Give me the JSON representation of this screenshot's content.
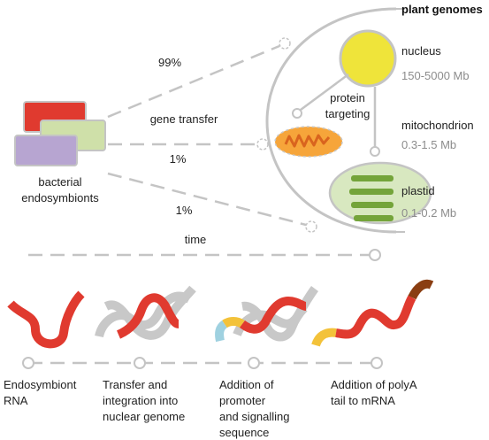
{
  "header": {
    "title": "plant genomes"
  },
  "bacteria": {
    "label_line1": "bacterial",
    "label_line2": "endosymbionts",
    "colors": {
      "red": "#e03a2f",
      "green": "#cfe0a9",
      "purple": "#b7a5d1"
    }
  },
  "transfer": {
    "pct_nucleus": "99%",
    "gene_transfer": "gene transfer",
    "pct_mito": "1%",
    "pct_plastid": "1%",
    "time": "time"
  },
  "organelles": {
    "nucleus": {
      "name": "nucleus",
      "size": "150-5000 Mb",
      "color": "#efe43a"
    },
    "protein_targeting_line1": "protein",
    "protein_targeting_line2": "targeting",
    "mitochondrion": {
      "name": "mitochondrion",
      "size": "0.3-1.5 Mb",
      "color": "#f6a53a"
    },
    "plastid": {
      "name": "plastid",
      "size": "0.1-0.2 Mb",
      "color": "#d8e8c0",
      "thylakoid_color": "#74a43a"
    }
  },
  "steps": [
    {
      "line1": "Endosymbiont",
      "line2": "RNA",
      "line3": "",
      "line4": ""
    },
    {
      "line1": "Transfer and",
      "line2": "integration into",
      "line3": "nuclear genome",
      "line4": ""
    },
    {
      "line1": "Addition of",
      "line2": "promoter",
      "line3": "and signalling",
      "line4": "sequence"
    },
    {
      "line1": "Addition of polyA",
      "line2": "tail to mRNA",
      "line3": "",
      "line4": ""
    }
  ],
  "strand_colors": {
    "rna": "#e03a2f",
    "dna": "#c8c8c8",
    "promoter": "#9fd1e0",
    "signal": "#f3c23a",
    "polya": "#8a3e12"
  }
}
